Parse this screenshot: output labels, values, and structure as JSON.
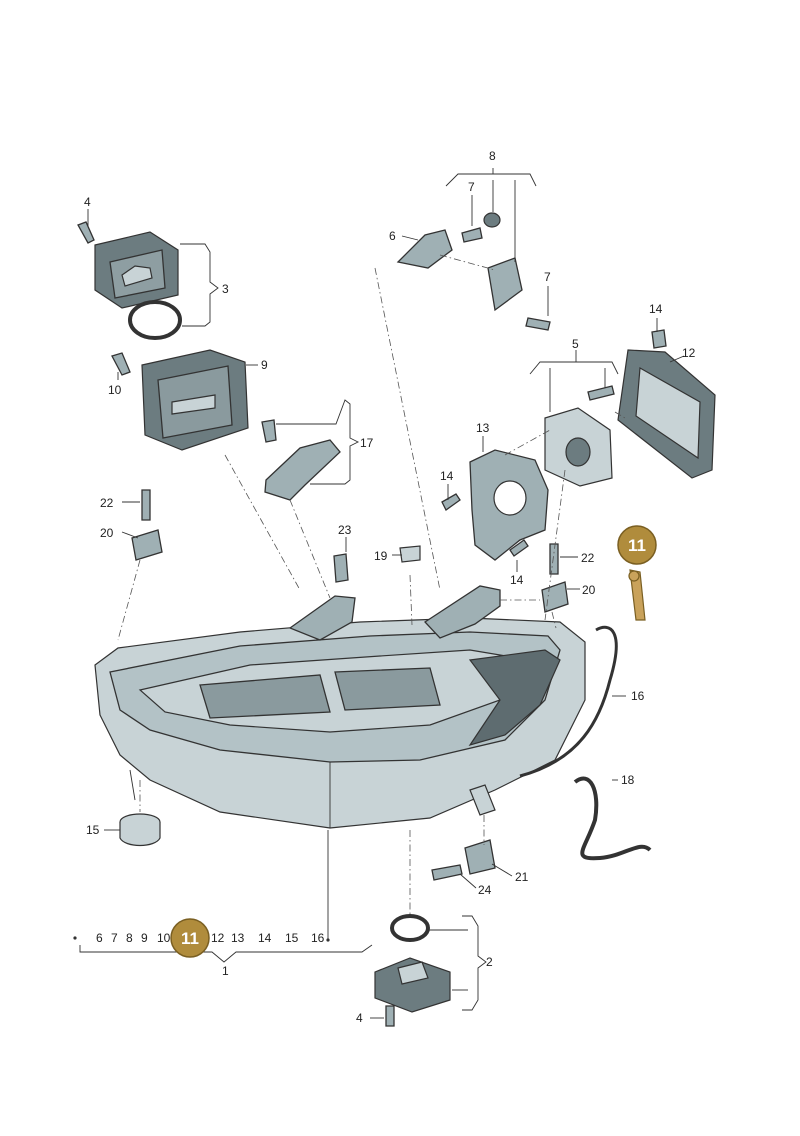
{
  "diagram": {
    "highlight_color": "#b08c3c",
    "highlight_part": "11",
    "labels": {
      "p1": "1",
      "p2": "2",
      "p3": "3",
      "p4a": "4",
      "p4b": "4",
      "p5": "5",
      "p6": "6",
      "p7a": "7",
      "p7b": "7",
      "p8": "8",
      "p9": "9",
      "p10": "10",
      "p11": "11",
      "p12": "12",
      "p13": "13",
      "p14a": "14",
      "p14b": "14",
      "p14c": "14",
      "p15": "15",
      "p16": "16",
      "p17": "17",
      "p18": "18",
      "p19": "19",
      "p20a": "20",
      "p20b": "20",
      "p21": "21",
      "p22a": "22",
      "p22b": "22",
      "p23": "23",
      "p24": "24"
    },
    "assembly_list": {
      "items": [
        "6",
        "7",
        "8",
        "9",
        "10",
        "11",
        "12",
        "13",
        "14",
        "15",
        "16"
      ],
      "highlighted": "11"
    }
  }
}
